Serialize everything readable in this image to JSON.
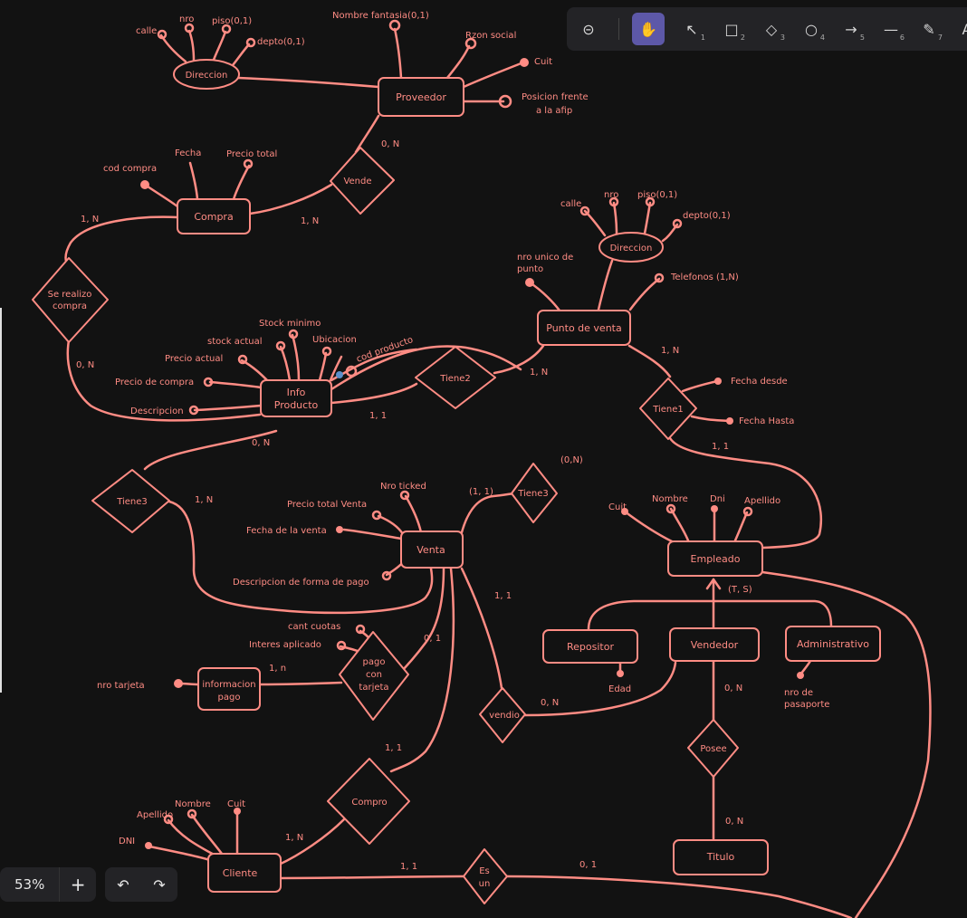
{
  "colors": {
    "background": "#121212",
    "stroke": "#ff8c84",
    "toolbar": "#232326",
    "active_tool": "#5d58a8"
  },
  "toolbar": {
    "tools": [
      {
        "name": "lock",
        "glyph": "⊝",
        "num": ""
      },
      {
        "name": "hand",
        "glyph": "✋",
        "num": ""
      },
      {
        "name": "selection",
        "glyph": "↖",
        "num": "1"
      },
      {
        "name": "rectangle",
        "glyph": "□",
        "num": "2"
      },
      {
        "name": "diamond",
        "glyph": "◇",
        "num": "3"
      },
      {
        "name": "ellipse",
        "glyph": "○",
        "num": "4"
      },
      {
        "name": "arrow",
        "glyph": "→",
        "num": "5"
      },
      {
        "name": "line",
        "glyph": "—",
        "num": "6"
      },
      {
        "name": "pencil",
        "glyph": "✎",
        "num": "7"
      },
      {
        "name": "text",
        "glyph": "A",
        "num": ""
      }
    ]
  },
  "zoom": {
    "level": "53%",
    "plus": "+"
  },
  "history": {
    "undo": "↶",
    "redo": "↷"
  },
  "entities": {
    "proveedor": "Proveedor",
    "compra": "Compra",
    "info_producto_1": "Info",
    "info_producto_2": "Producto",
    "punto_de_venta": "Punto de venta",
    "venta": "Venta",
    "empleado": "Empleado",
    "repositor": "Repositor",
    "vendedor": "Vendedor",
    "administrativo": "Administrativo",
    "informacion_pago_1": "informacion",
    "informacion_pago_2": "pago",
    "cliente": "Cliente",
    "titulo": "Titulo"
  },
  "relations": {
    "vende": "Vende",
    "se_realizo_1": "Se realizo",
    "se_realizo_2": "compra",
    "tiene2": "Tiene2",
    "tiene1": "Tiene1",
    "tiene3_left": "Tiene3",
    "tiene3_right": "Tiene3",
    "pago_tarjeta_1": "pago",
    "pago_tarjeta_2": "con",
    "pago_tarjeta_3": "tarjeta",
    "vendio": "vendio",
    "compro": "Compro",
    "posee": "Posee",
    "es_un_1": "Es",
    "es_un_2": "un"
  },
  "ellipses": {
    "direccion_top": "Direccion",
    "direccion_pv": "Direccion"
  },
  "attributes": {
    "calle_1": "calle",
    "nro_1": "nro",
    "piso_1": "piso(0,1)",
    "depto_1": "depto(0,1)",
    "nombre_fantasia": "Nombre fantasia(0,1)",
    "rzon_social": "Rzon social",
    "cuit_prov": "Cuit",
    "posicion_afip_1": "Posicion frente",
    "posicion_afip_2": "a la afip",
    "cod_compra": "cod compra",
    "fecha": "Fecha",
    "precio_total": "Precio total",
    "calle_2": "calle",
    "nro_2": "nro",
    "piso_2": "piso(0,1)",
    "depto_2": "depto(0,1)",
    "nro_unico_1": "nro unico de",
    "nro_unico_2": "punto",
    "telefonos": "Telefonos (1,N)",
    "stock_minimo": "Stock minimo",
    "stock_actual": "stock actual",
    "ubicacion": "Ubicacion",
    "precio_actual": "Precio actual",
    "cod_producto": "cod producto",
    "precio_compra": "Precio de compra",
    "descripcion": "Descripcion",
    "fecha_desde": "Fecha desde",
    "fecha_hasta": "Fecha Hasta",
    "nro_ticked": "Nro ticked",
    "precio_total_venta": "Precio total Venta",
    "fecha_venta": "Fecha de la venta",
    "descripcion_pago": "Descripcion de forma de pago",
    "cuit_emp": "Cuit",
    "nombre_emp": "Nombre",
    "dni_emp": "Dni",
    "apellido_emp": "Apellido",
    "edad": "Edad",
    "pasaporte_1": "nro de",
    "pasaporte_2": "pasaporte",
    "cant_cuotas": "cant cuotas",
    "interes": "Interes aplicado",
    "nro_tarjeta": "nro tarjeta",
    "apellido_cli": "Apellido",
    "nombre_cli": "Nombre",
    "cuit_cli": "Cuit",
    "dni_cli": "DNI"
  },
  "cardinalities": {
    "c_prov_vende": "0, N",
    "c_compra_vende": "1, N",
    "c_compra_serealizo": "1, N",
    "c_info_serealizo": "0, N",
    "c_pv_tiene2": "1, N",
    "c_info_tiene2": "1, 1",
    "c_pv_tiene1": "1, N",
    "c_emp_tiene1": "1, 1",
    "c_info_tiene3": "0, N",
    "c_venta_tiene3": "1, N",
    "c_venta_tiene3b": "(1, 1)",
    "c_tiene3b_top": "(0,N)",
    "c_specialization": "(T, S)",
    "c_venta_pago": "0, 1",
    "c_info_pago": "1, n",
    "c_venta_vendio": "1, 1",
    "c_vendedor_vendio": "0, N",
    "c_vendedor_posee": "0, N",
    "c_titulo_posee": "0, N",
    "c_venta_compro": "1, 1",
    "c_cliente_compro": "1, N",
    "c_cliente_esun": "1, 1",
    "c_esun_right": "0, 1"
  }
}
